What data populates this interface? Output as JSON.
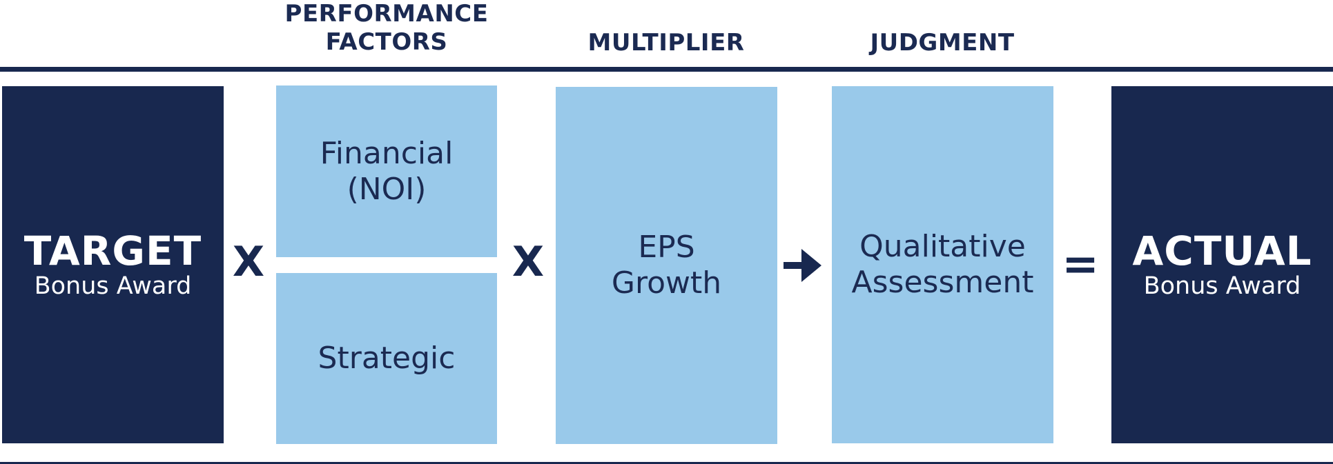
{
  "headers": {
    "performance_factors": "PERFORMANCE\nFACTORS",
    "multiplier": "MULTIPLIER",
    "judgment": "JUDGMENT"
  },
  "target": {
    "title": "TARGET",
    "subtitle": "Bonus Award"
  },
  "performance_factors": {
    "financial": "Financial\n(NOI)",
    "strategic": "Strategic"
  },
  "multiplier": {
    "label": "EPS\nGrowth"
  },
  "judgment": {
    "label": "Qualitative\nAssessment"
  },
  "actual": {
    "title": "ACTUAL",
    "subtitle": "Bonus Award"
  },
  "operators": {
    "times_1": "X",
    "times_2": "X",
    "arrow": "arrow-right-icon",
    "equals": "="
  },
  "colors": {
    "navy": "#18284f",
    "light_blue": "#99c9ea",
    "text_navy": "#1b2a52",
    "white": "#ffffff"
  }
}
